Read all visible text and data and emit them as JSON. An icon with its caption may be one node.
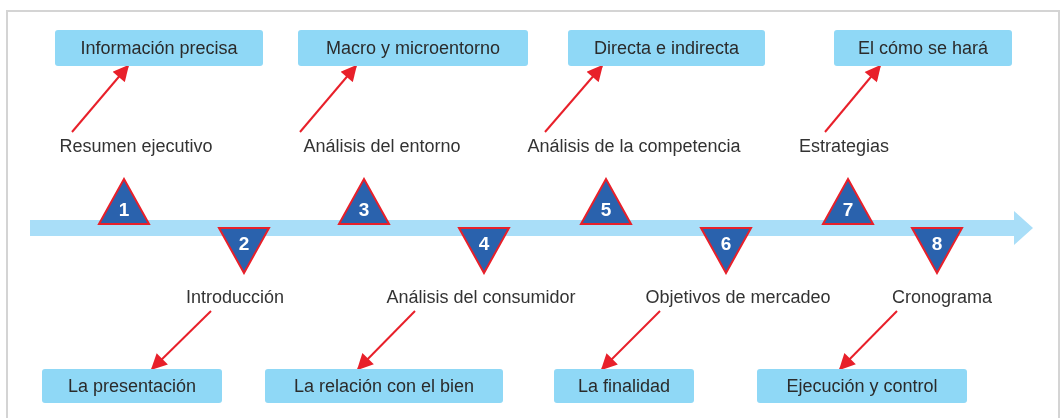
{
  "diagram": {
    "nodes": [
      {
        "text": [
          "Información precisa"
        ]
      },
      {
        "text": [
          "Macro y microentorno"
        ]
      },
      {
        "text": [
          "Directa e indirecta"
        ]
      },
      {
        "text": [
          "El cómo se hará"
        ]
      },
      {
        "text": [
          "Resumen ejecutivo"
        ]
      },
      {
        "text": [
          "Análisis del entorno"
        ]
      },
      {
        "text": [
          "Análisis de la competencia"
        ]
      },
      {
        "text": [
          "Estrategias"
        ]
      },
      {
        "text": [
          "1"
        ]
      },
      {
        "text": [
          "2"
        ]
      },
      {
        "text": [
          "3"
        ]
      },
      {
        "text": [
          "4"
        ]
      },
      {
        "text": [
          "5"
        ]
      },
      {
        "text": [
          "6"
        ]
      },
      {
        "text": [
          "7"
        ]
      },
      {
        "text": [
          "8"
        ]
      },
      {
        "text": [
          "Introducción"
        ]
      },
      {
        "text": [
          "Análisis del consumidor"
        ]
      },
      {
        "text": [
          "Objetivos de mercadeo"
        ]
      },
      {
        "text": [
          "Cronograma"
        ]
      },
      {
        "text": [
          "La presentación"
        ]
      },
      {
        "text": [
          "La relación con el bien"
        ]
      },
      {
        "text": [
          "La finalidad"
        ]
      },
      {
        "text": [
          "Ejecución y control"
        ]
      }
    ],
    "edges": [
      {
        "from": 4,
        "to": 0,
        "arrow": "to"
      },
      {
        "from": 5,
        "to": 1,
        "arrow": "to"
      },
      {
        "from": 6,
        "to": 2,
        "arrow": "to"
      },
      {
        "from": 7,
        "to": 3,
        "arrow": "to"
      },
      {
        "from": 16,
        "to": 20,
        "arrow": "to"
      },
      {
        "from": 17,
        "to": 21,
        "arrow": "to"
      },
      {
        "from": 18,
        "to": 22,
        "arrow": "to"
      },
      {
        "from": 19,
        "to": 23,
        "arrow": "to"
      }
    ]
  }
}
